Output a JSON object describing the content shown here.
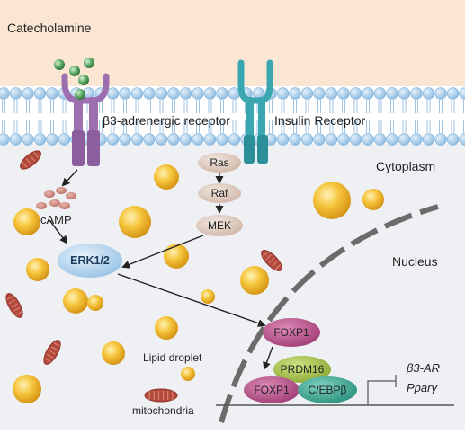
{
  "labels": {
    "catecholamine": "Catecholamine",
    "beta3_receptor": "β3-adrenergic receptor",
    "insulin_receptor": "Insulin Receptor",
    "cytoplasm": "Cytoplasm",
    "nucleus": "Nucleus",
    "camp": "cAMP",
    "lipid_droplet": "Lipid droplet",
    "mitochondria": "mitochondria"
  },
  "cascade": {
    "ras": "Ras",
    "raf": "Raf",
    "mek": "MEK"
  },
  "proteins": {
    "erk": "ERK1/2",
    "foxp1": "FOXP1",
    "prdm16": "PRDM16",
    "foxp1_complex": "FOXP1",
    "cebpb": "C/EBPβ"
  },
  "targets": {
    "b3ar": "β3-AR",
    "ppary": "Pparγ"
  },
  "colors": {
    "extracellular": "#fbe6d3",
    "cytoplasm": "#eef0f3",
    "membrane_head": "#9ec6e6",
    "beta3_receptor": "#9d6fae",
    "insulin_receptor": "#3aa7b0",
    "lipid_droplet": "#f2b51f",
    "mitochondria": "#b24a3d",
    "catecholamine": "#4f9a58",
    "camp": "#c9857a",
    "cascade_node": "#dcc9bd",
    "erk": "#a9cdeb",
    "foxp1": "#b1457f",
    "prdm16": "#9bbb3a",
    "cebpb": "#2fa58f"
  }
}
